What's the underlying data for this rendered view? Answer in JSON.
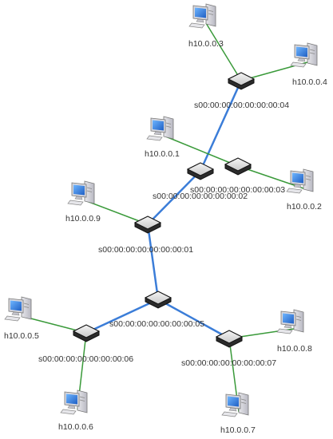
{
  "colors": {
    "switch_link": "#3b7dd8",
    "host_link": "#3a9a3a",
    "label": "#333333",
    "background": "#ffffff"
  },
  "switches": [
    {
      "id": "s1",
      "label": "s00:00:00:00:00:00:00:01",
      "icon": "switch-icon"
    },
    {
      "id": "s2",
      "label": "s00:00:00:00:00:00:00:02",
      "icon": "switch-icon"
    },
    {
      "id": "s3",
      "label": "s00:00:00:00:00:00:00:03",
      "icon": "switch-icon"
    },
    {
      "id": "s4",
      "label": "s00:00:00:00:00:00:00:04",
      "icon": "switch-icon"
    },
    {
      "id": "s5",
      "label": "s00:00:00:00:00:00:00:05",
      "icon": "switch-icon"
    },
    {
      "id": "s6",
      "label": "s00:00:00:00:00:00:00:06",
      "icon": "switch-icon"
    },
    {
      "id": "s7",
      "label": "s00:00:00:00:00:00:00:07",
      "icon": "switch-icon"
    }
  ],
  "hosts": [
    {
      "id": "h1",
      "label": "h10.0.0.1",
      "icon": "computer-icon"
    },
    {
      "id": "h2",
      "label": "h10.0.0.2",
      "icon": "computer-icon"
    },
    {
      "id": "h3",
      "label": "h10.0.0.3",
      "icon": "computer-icon"
    },
    {
      "id": "h4",
      "label": "h10.0.0.4",
      "icon": "computer-icon"
    },
    {
      "id": "h5",
      "label": "h10.0.0.5",
      "icon": "computer-icon"
    },
    {
      "id": "h6",
      "label": "h10.0.0.6",
      "icon": "computer-icon"
    },
    {
      "id": "h7",
      "label": "h10.0.0.7",
      "icon": "computer-icon"
    },
    {
      "id": "h8",
      "label": "h10.0.0.8",
      "icon": "computer-icon"
    },
    {
      "id": "h9",
      "label": "h10.0.0.9",
      "icon": "computer-icon"
    }
  ],
  "links": [
    {
      "from": "s1",
      "to": "s2",
      "kind": "switch"
    },
    {
      "from": "s2",
      "to": "s4",
      "kind": "switch"
    },
    {
      "from": "s1",
      "to": "s5",
      "kind": "switch"
    },
    {
      "from": "s5",
      "to": "s6",
      "kind": "switch"
    },
    {
      "from": "s5",
      "to": "s7",
      "kind": "switch"
    },
    {
      "from": "s4",
      "to": "h3",
      "kind": "host"
    },
    {
      "from": "s4",
      "to": "h4",
      "kind": "host"
    },
    {
      "from": "s3",
      "to": "h1",
      "kind": "host"
    },
    {
      "from": "s3",
      "to": "h2",
      "kind": "host"
    },
    {
      "from": "s1",
      "to": "h9",
      "kind": "host"
    },
    {
      "from": "s6",
      "to": "h5",
      "kind": "host"
    },
    {
      "from": "s6",
      "to": "h6",
      "kind": "host"
    },
    {
      "from": "s7",
      "to": "h8",
      "kind": "host"
    },
    {
      "from": "s7",
      "to": "h7",
      "kind": "host"
    }
  ]
}
